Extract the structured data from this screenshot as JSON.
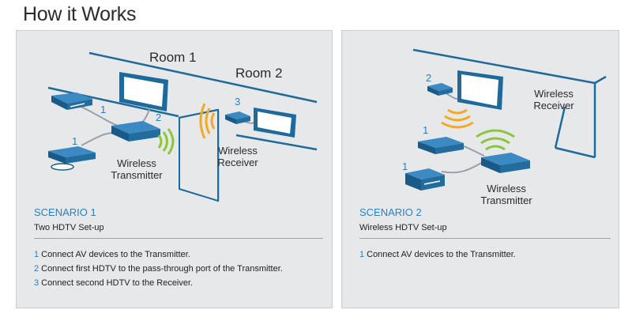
{
  "page": {
    "title": "How it Works"
  },
  "scenario1": {
    "room1": "Room 1",
    "room2": "Room 2",
    "transmitter_label": [
      "Wireless",
      "Transmitter"
    ],
    "receiver_label": [
      "Wireless",
      "Receiver"
    ],
    "marker_labels": [
      "1",
      "1",
      "2",
      "3"
    ],
    "title": "SCENARIO 1",
    "subtitle": "Two HDTV Set-up",
    "steps": [
      {
        "num": "1",
        "text": "Connect AV devices to the Transmitter."
      },
      {
        "num": "2",
        "text": "Connect first HDTV to the pass-through port of the Transmitter."
      },
      {
        "num": "3",
        "text": "Connect second HDTV to the Receiver."
      }
    ]
  },
  "scenario2": {
    "receiver_label": [
      "Wireless",
      "Receiver"
    ],
    "transmitter_label": [
      "Wireless",
      "Transmitter"
    ],
    "marker_labels": [
      "2",
      "1",
      "1"
    ],
    "title": "SCENARIO 2",
    "subtitle": "Wireless HDTV Set-up",
    "steps": [
      {
        "num": "1",
        "text": "Connect AV devices to the Transmitter."
      }
    ]
  },
  "colors": {
    "accent": "#2d7fc0",
    "device": "#1f6a9c",
    "wave_green": "#8cc63f",
    "wave_orange": "#f7a823",
    "panel_bg": "#e6e8ea"
  }
}
